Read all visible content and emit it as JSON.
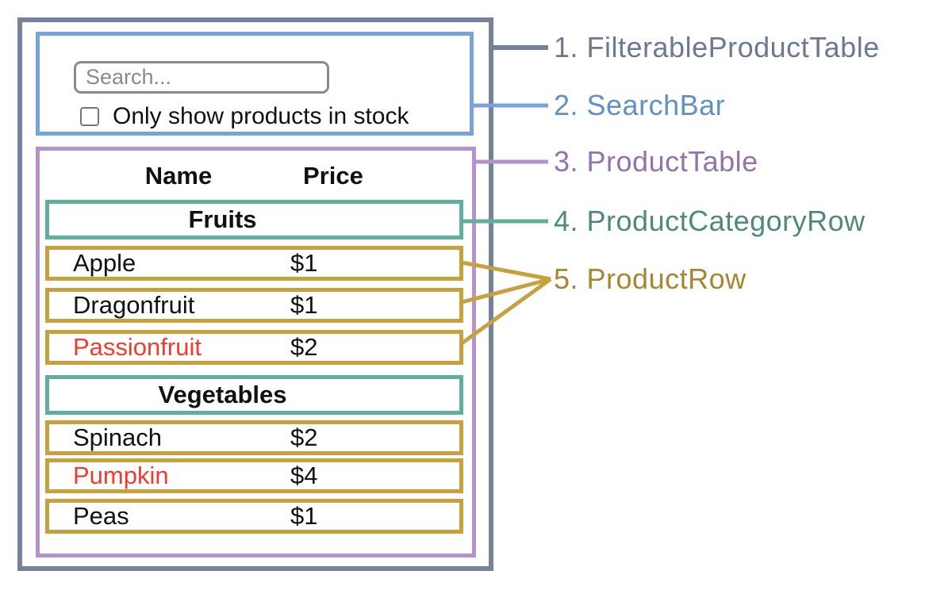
{
  "colors": {
    "background": "#FFFFFF",
    "text": "#111111",
    "slate_border": "#75829B",
    "slate_text": "#6C7990",
    "blue_border": "#76A3D8",
    "blue_text": "#5E92C6",
    "purple_border": "#B592CC",
    "purple_text": "#9472AC",
    "teal_border": "#62AE9E",
    "teal_text": "#4D8A7D",
    "gold_border": "#C6A13E",
    "gold_text": "#A8862F",
    "red": "#F23B2C",
    "input_border": "#8A8A8A",
    "placeholder": "#8A8A8A"
  },
  "search_bar": {
    "placeholder": "Search...",
    "checkbox_label": "Only show products in stock",
    "checkbox_checked": false
  },
  "table": {
    "headers": {
      "name": "Name",
      "price": "Price"
    },
    "sections": [
      {
        "category": "Fruits",
        "rows": [
          {
            "name": "Apple",
            "price": "$1",
            "out_of_stock": false
          },
          {
            "name": "Dragonfruit",
            "price": "$1",
            "out_of_stock": false
          },
          {
            "name": "Passionfruit",
            "price": "$2",
            "out_of_stock": true
          }
        ]
      },
      {
        "category": "Vegetables",
        "rows": [
          {
            "name": "Spinach",
            "price": "$2",
            "out_of_stock": false
          },
          {
            "name": "Pumpkin",
            "price": "$4",
            "out_of_stock": true
          },
          {
            "name": "Peas",
            "price": "$1",
            "out_of_stock": false
          }
        ]
      }
    ]
  },
  "legend": [
    {
      "text": "1. FilterableProductTable"
    },
    {
      "text": "2. SearchBar"
    },
    {
      "text": "3. ProductTable"
    },
    {
      "text": "4. ProductCategoryRow"
    },
    {
      "text": "5. ProductRow"
    }
  ]
}
